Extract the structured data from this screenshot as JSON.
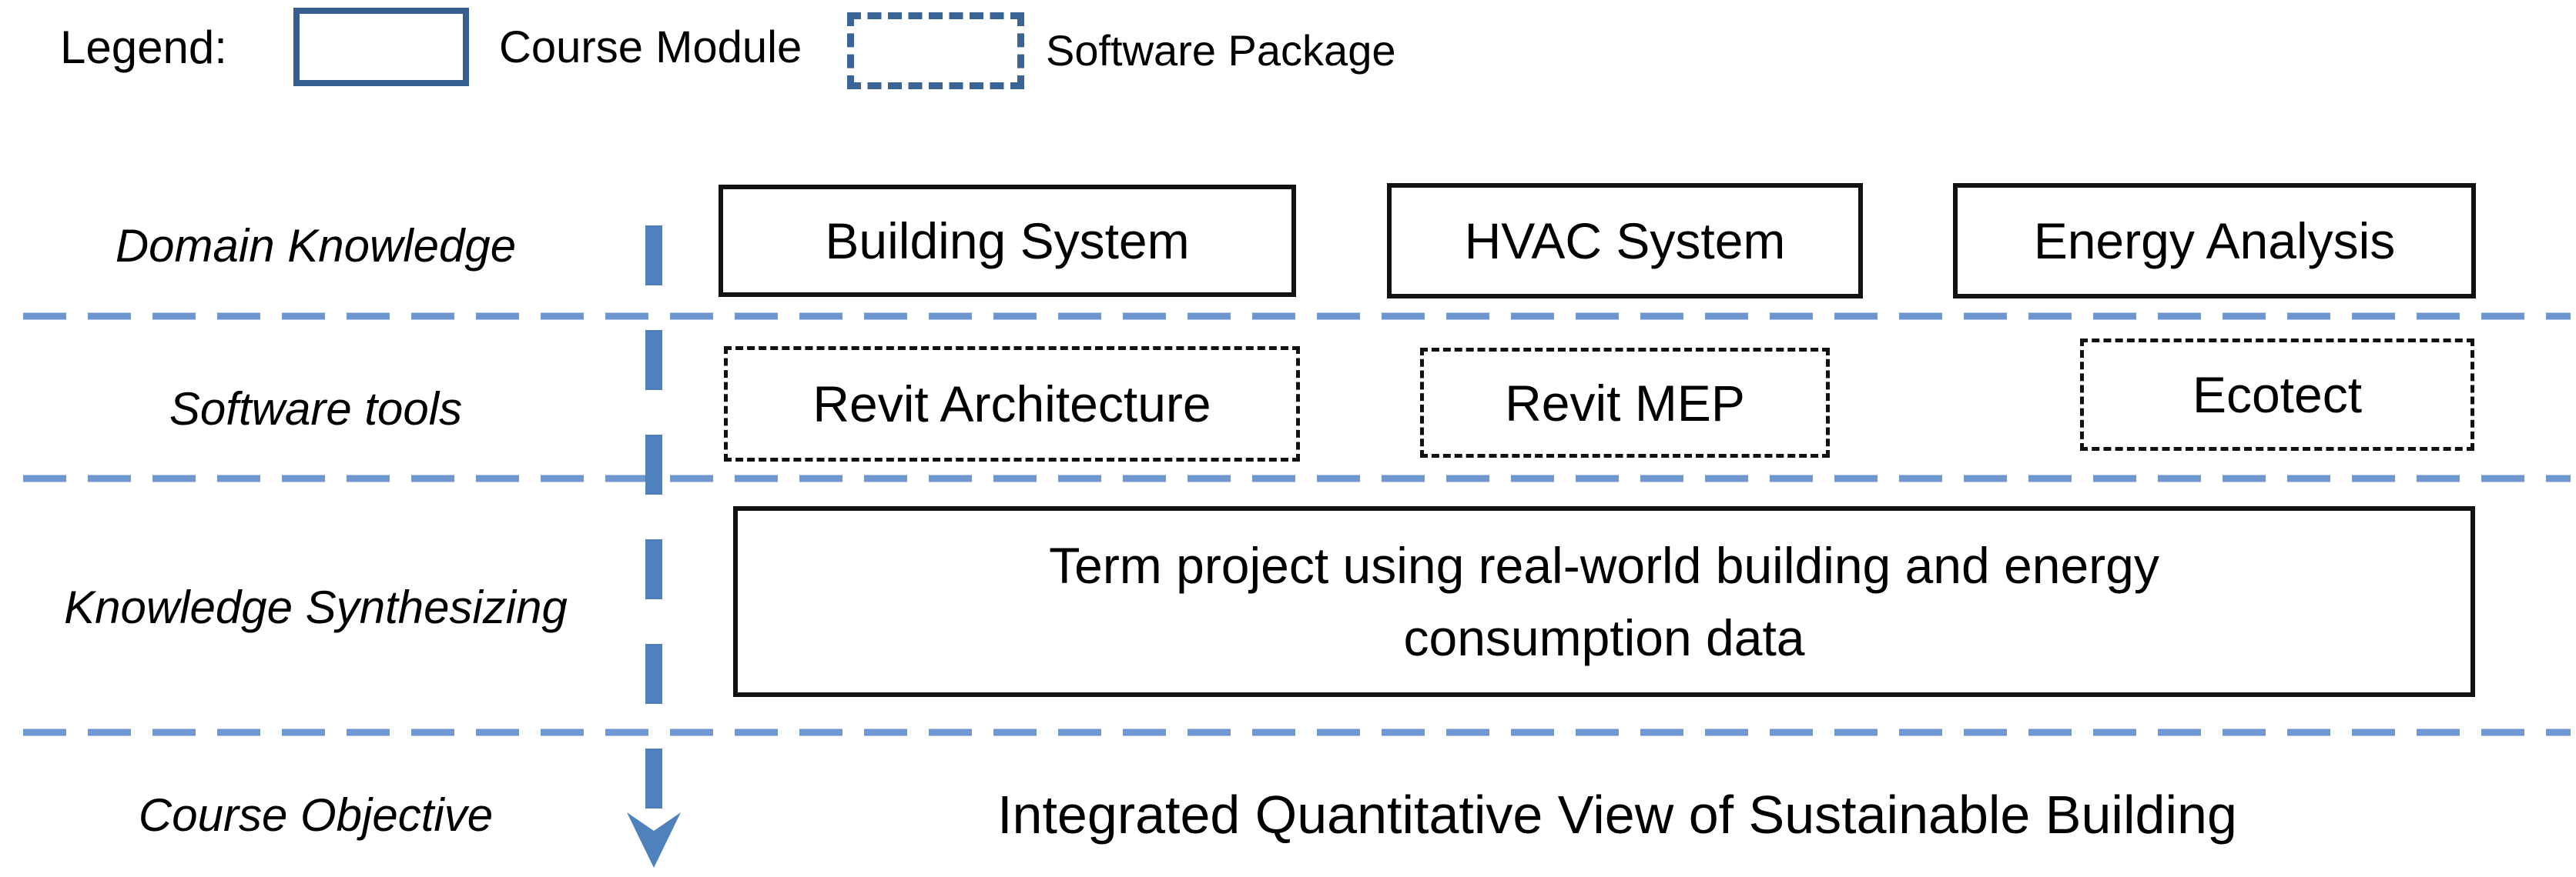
{
  "colors": {
    "arrow_blue": "#4f81bd",
    "divider_blue": "#6e96d0",
    "legend_solid_border": "#365f91",
    "legend_dashed_border": "#3a6496",
    "module_box_border": "#111111",
    "text_color": "#000000"
  },
  "legend": {
    "title": "Legend:",
    "items": [
      {
        "label": "Course Module",
        "style": "solid"
      },
      {
        "label": "Software Package",
        "style": "dashed"
      }
    ]
  },
  "rows": [
    {
      "label": "Domain Knowledge",
      "boxes": [
        "Building System",
        "HVAC System",
        "Energy Analysis"
      ],
      "box_style": "solid"
    },
    {
      "label": "Software tools",
      "boxes": [
        "Revit Architecture",
        "Revit MEP",
        "Ecotect"
      ],
      "box_style": "dashed"
    },
    {
      "label": "Knowledge Synthesizing",
      "box_lines": [
        "Term project using real-world building and energy",
        "consumption data"
      ],
      "box_style": "solid"
    },
    {
      "label": "Course Objective",
      "objective": "Integrated Quantitative View of Sustainable Building"
    }
  ]
}
